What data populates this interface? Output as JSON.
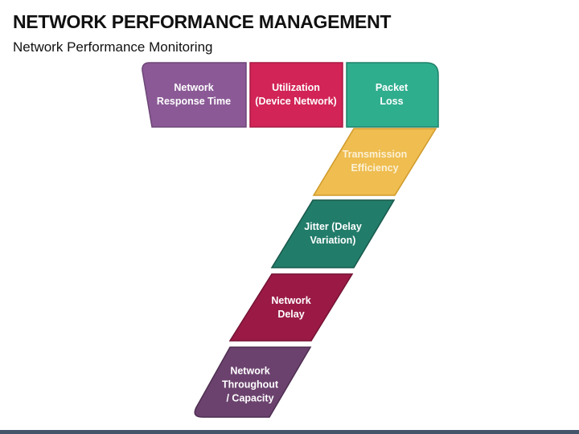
{
  "slide": {
    "title": "NETWORK PERFORMANCE MANAGEMENT",
    "subtitle": "Network Performance Monitoring"
  },
  "colors": {
    "purple": "#8b5a96",
    "crimson": "#d22456",
    "teal": "#2fae8e",
    "yellow": "#efbd50",
    "green": "#227c6a",
    "dark_crimson": "#9a1a45",
    "dark_purple": "#6b426e",
    "footer": "#44546a"
  },
  "diagram": {
    "steps": [
      {
        "id": "network-response-time",
        "line1": "Network",
        "line2": "Response Time",
        "line3": ""
      },
      {
        "id": "utilization",
        "line1": "Utilization",
        "line2": "(Device Network)",
        "line3": ""
      },
      {
        "id": "packet-loss",
        "line1": "Packet",
        "line2": "Loss",
        "line3": ""
      },
      {
        "id": "transmission-efficiency",
        "line1": "Transmission",
        "line2": "Efficiency",
        "line3": ""
      },
      {
        "id": "jitter",
        "line1": "Jitter (Delay",
        "line2": "Variation)",
        "line3": ""
      },
      {
        "id": "network-delay",
        "line1": "Network",
        "line2": "Delay",
        "line3": ""
      },
      {
        "id": "network-throughout",
        "line1": "Network",
        "line2": "Throughout",
        "line3": "/ Capacity"
      }
    ]
  }
}
